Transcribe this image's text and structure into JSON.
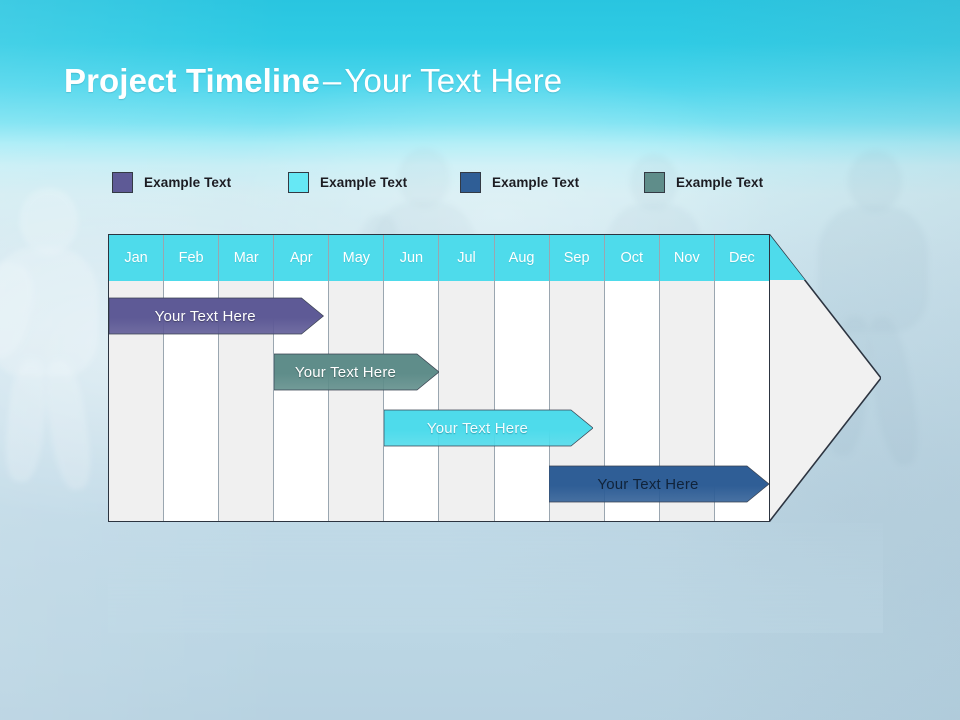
{
  "slide": {
    "title_strong": "Project Timeline",
    "title_dash": "–",
    "title_light": "Your Text Here",
    "background_top_color": "#29c5e0",
    "background_bottom_color": "#b7d2e1"
  },
  "legend": {
    "items": [
      {
        "label": "Example Text",
        "color": "#5e5a96",
        "x": 0
      },
      {
        "label": "Example Text",
        "color": "#66e8f5",
        "x": 176
      },
      {
        "label": "Example Text",
        "color": "#2f5e96",
        "x": 348
      },
      {
        "label": "Example Text",
        "color": "#5f8d8a",
        "x": 532
      }
    ]
  },
  "chart_data": {
    "type": "bar",
    "title": "Project Timeline – Your Text Here",
    "categories": [
      "Jan",
      "Feb",
      "Mar",
      "Apr",
      "May",
      "Jun",
      "Jul",
      "Aug",
      "Sep",
      "Oct",
      "Nov",
      "Dec"
    ],
    "xlabel": "",
    "ylabel": "",
    "grid": true,
    "legend_position": "top",
    "header_color": "#4edbeb",
    "series": [
      {
        "name": "Example Text",
        "label": "Your  Text Here",
        "color": "#5e5a96",
        "text_color": "#ffffff",
        "start_month": "Jan",
        "end_month": "Apr",
        "start_index": 0,
        "end_index": 3.9,
        "row": 0
      },
      {
        "name": "Example Text",
        "label": "Your  Text Here",
        "color": "#5f8d8a",
        "text_color": "#ffffff",
        "start_month": "Apr",
        "end_month": "Jul",
        "start_index": 3,
        "end_index": 6.0,
        "row": 1
      },
      {
        "name": "Example Text",
        "label": "Your  Text Here",
        "color": "#4edbeb",
        "text_color": "#f2fdff",
        "start_month": "Jun",
        "end_month": "Sep",
        "start_index": 5,
        "end_index": 8.8,
        "row": 2
      },
      {
        "name": "Example Text",
        "label": "Your  Text Here",
        "color": "#2f5e96",
        "text_color": "#10233a",
        "start_month": "Sep",
        "end_month": "Dec",
        "start_index": 8,
        "end_index": 12.0,
        "row": 3
      }
    ]
  }
}
